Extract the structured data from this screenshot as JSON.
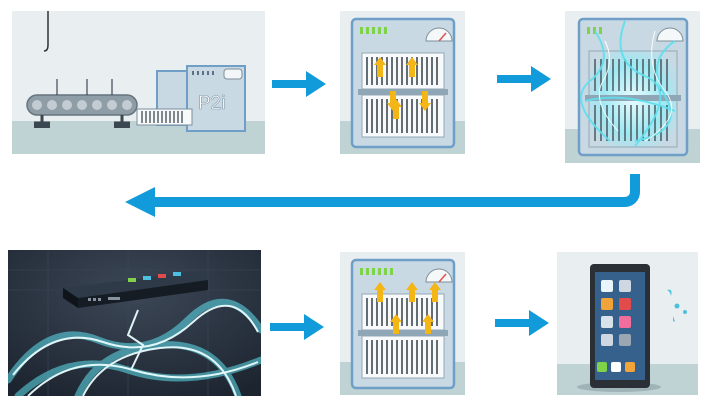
{
  "flow": {
    "arrow_color": "#129BDA",
    "steps": [
      {
        "icon": "conveyor-machine",
        "label": "P2i"
      },
      {
        "icon": "treatment-chamber-loaded"
      },
      {
        "icon": "treatment-chamber-plasma"
      },
      {
        "icon": "phone-plasma-coating"
      },
      {
        "icon": "treatment-chamber-unloading"
      },
      {
        "icon": "finished-smartphone"
      }
    ]
  },
  "colors": {
    "scene_wall": "#e9eef0",
    "scene_floor": "#bfd3d4",
    "machine_body": "#c9d9e4",
    "machine_frame": "#6f9fc7",
    "indicator_green": "#7ed348",
    "move_arrow": "#f4b617",
    "plasma_blue": "#5fe0ee",
    "dark_scene": "#27323f"
  }
}
